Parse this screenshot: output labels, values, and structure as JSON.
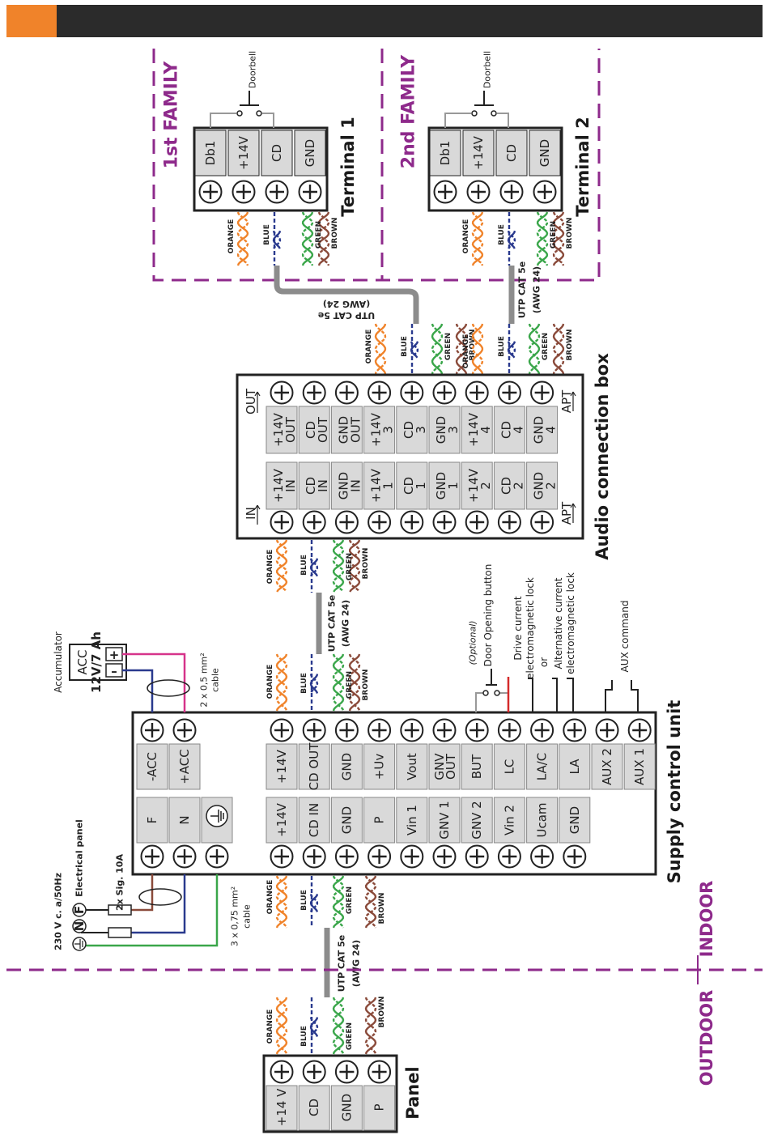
{
  "colors": {
    "header_bar": "#2b2b2b",
    "header_accent": "#f0832a",
    "family_dash": "#8e2a8b",
    "zone_text": "#8e2a8b",
    "wire_orange": "#f0832a",
    "wire_blue": "#2a3a8e",
    "wire_green": "#3aa64a",
    "wire_brown": "#8a4a3a",
    "wire_red": "#d42a2a",
    "wire_pink": "#d6338a",
    "cable_grey": "#8c8c8c",
    "terminal_fill": "#d9d9d9"
  },
  "zones": {
    "outdoor": "OUTDOOR",
    "indoor": "INDOOR"
  },
  "families": {
    "first": "1st FAMILY",
    "second": "2nd FAMILY"
  },
  "doorbell": "Doorbell",
  "terminal1": {
    "title": "Terminal 1",
    "terminals": [
      "Db1",
      "+14V",
      "CD",
      "GND"
    ]
  },
  "terminal2": {
    "title": "Terminal 2",
    "terminals": [
      "Db1",
      "+14V",
      "CD",
      "GND"
    ]
  },
  "audio_box": {
    "title": "Audio connection box",
    "out_label": "OUT",
    "in_label": "IN",
    "apt_label": "APT",
    "top_row": [
      [
        "+14V",
        "OUT"
      ],
      [
        "CD",
        "OUT"
      ],
      [
        "GND",
        "OUT"
      ],
      [
        "+14V",
        "3"
      ],
      [
        "CD",
        "3"
      ],
      [
        "GND",
        "3"
      ],
      [
        "+14V",
        "4"
      ],
      [
        "CD",
        "4"
      ],
      [
        "GND",
        "4"
      ]
    ],
    "bottom_row": [
      [
        "+14V",
        "IN"
      ],
      [
        "CD",
        "IN"
      ],
      [
        "GND",
        "IN"
      ],
      [
        "+14V",
        "1"
      ],
      [
        "CD",
        "1"
      ],
      [
        "GND",
        "1"
      ],
      [
        "+14V",
        "2"
      ],
      [
        "CD",
        "2"
      ],
      [
        "GND",
        "2"
      ]
    ]
  },
  "supply_unit": {
    "title": "Supply control unit",
    "top_left": [
      "-ACC",
      "+ACC"
    ],
    "bottom_left": [
      "F",
      "N",
      "earth"
    ],
    "top_row": [
      "+14V",
      "CD OUT",
      "GND",
      "+Uv",
      "Vout",
      "GNV OUT",
      "BUT",
      "LC",
      "LA/C",
      "LA",
      "AUX 2",
      "AUX 1"
    ],
    "bottom_row": [
      "+14V",
      "CD IN",
      "GND",
      "P",
      "Vin 1",
      "GNV 1",
      "GNV 2",
      "Vin 2",
      "Ucam",
      "GND"
    ]
  },
  "panel": {
    "title": "Panel",
    "terminals": [
      "+14 V",
      "CD",
      "GND",
      "P"
    ]
  },
  "accumulator": {
    "title": "Accumulator",
    "acc": "ACC",
    "spec": "12V/7 Ah",
    "plus": "+",
    "minus": "–"
  },
  "mains": {
    "voltage": "230 V c. a/50Hz",
    "panel": "Electrical panel",
    "fuse": "2x Sig. 10A",
    "n": "N",
    "f": "F",
    "acc_cable": [
      "2 x 0,5 mm²",
      "cable"
    ],
    "main_cable": [
      "3 x 0,75 mm²",
      "cable"
    ]
  },
  "cable": {
    "type": "UTP CAT 5e",
    "awg": "(AWG 24)"
  },
  "wires": {
    "orange": "ORANGE",
    "blue": "BLUE",
    "green": "GREEN",
    "brown": "BROWN"
  },
  "side_labels": {
    "optional": "(Optional)",
    "door_button": "Door Opening button",
    "drive_current": [
      "Drive current",
      "electromagnetic lock"
    ],
    "or": "or",
    "alt_current": [
      "Alternative current",
      "electromagnetic lock"
    ],
    "aux_cmd": "AUX command"
  }
}
